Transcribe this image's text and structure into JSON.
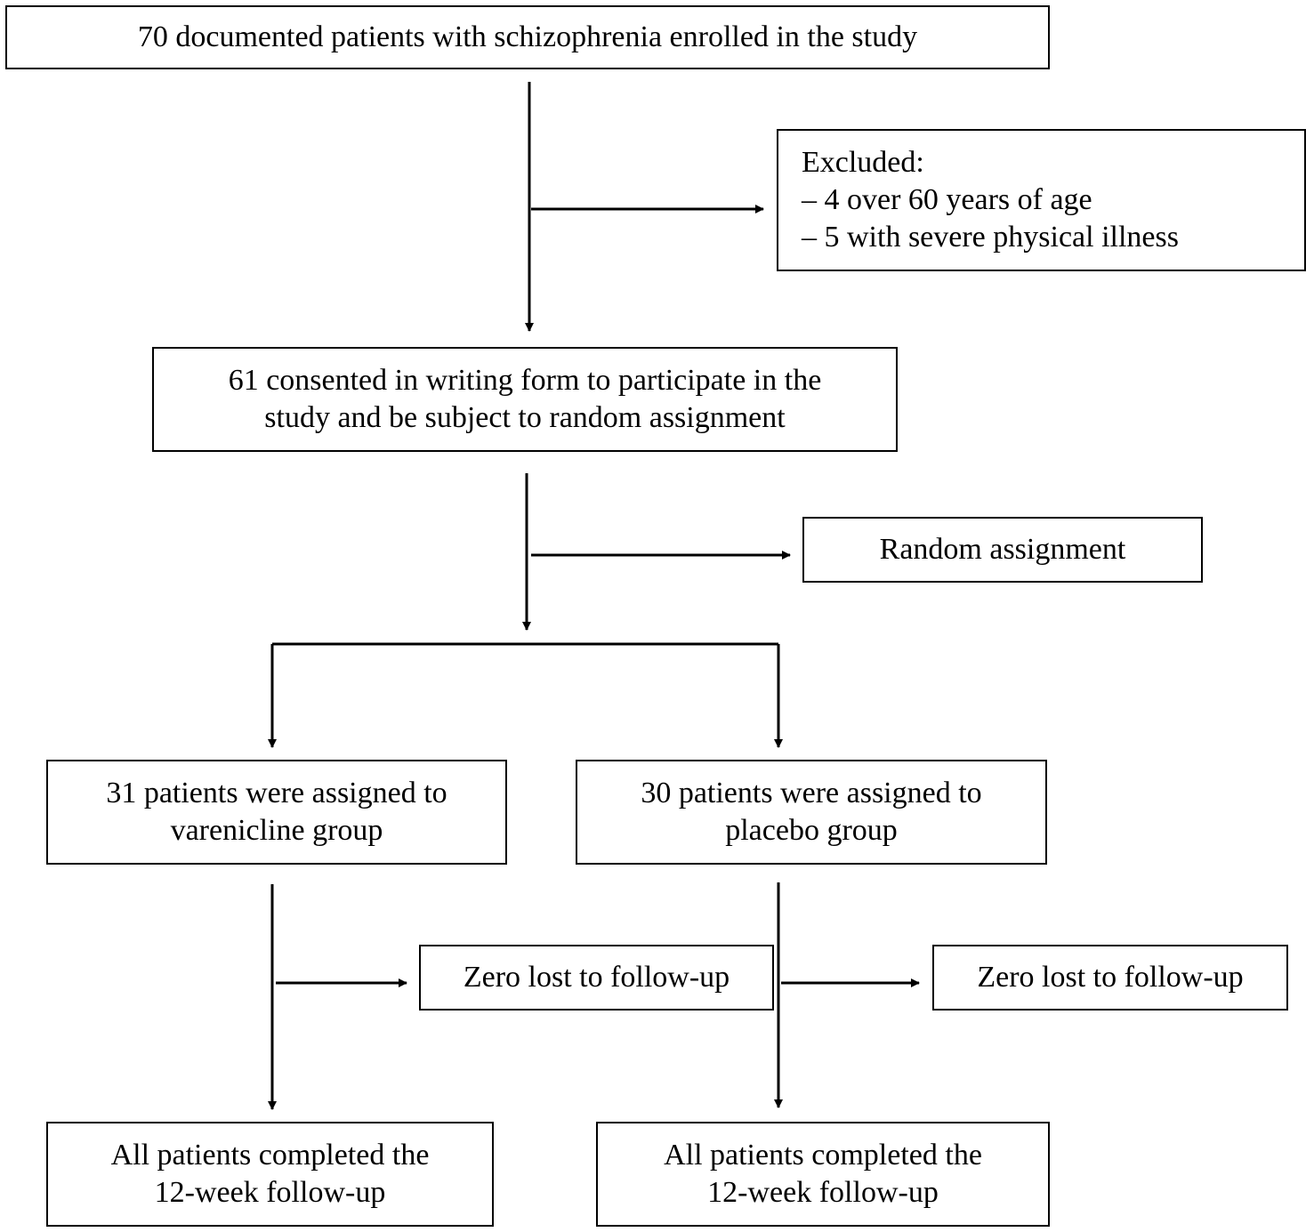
{
  "diagram": {
    "nodes": {
      "enrolled": {
        "lines": [
          "70 documented patients with schizophrenia enrolled in the study"
        ]
      },
      "excluded": {
        "lines": [
          "Excluded:",
          "– 4 over 60 years of age",
          "– 5 with severe physical illness"
        ]
      },
      "consented": {
        "lines": [
          "61 consented in writing form to participate in the",
          "study and be subject to random assignment"
        ]
      },
      "random": {
        "lines": [
          "Random assignment"
        ]
      },
      "varenicline": {
        "lines": [
          "31 patients were assigned to",
          "varenicline group"
        ]
      },
      "placebo": {
        "lines": [
          "30 patients were assigned to",
          "placebo group"
        ]
      },
      "lost_left": {
        "lines": [
          "Zero lost to follow-up"
        ]
      },
      "lost_right": {
        "lines": [
          "Zero lost to follow-up"
        ]
      },
      "complete_left": {
        "lines": [
          "All patients completed the",
          "12-week follow-up"
        ]
      },
      "complete_right": {
        "lines": [
          "All patients completed the",
          "12-week follow-up"
        ]
      }
    },
    "edges": [
      {
        "from": "enrolled",
        "to": "consented"
      },
      {
        "from": "enrolled",
        "to": "excluded"
      },
      {
        "from": "consented",
        "to": "random"
      },
      {
        "from": "consented",
        "to": "varenicline"
      },
      {
        "from": "consented",
        "to": "placebo"
      },
      {
        "from": "varenicline",
        "to": "lost_left"
      },
      {
        "from": "varenicline",
        "to": "complete_left"
      },
      {
        "from": "placebo",
        "to": "lost_right"
      },
      {
        "from": "placebo",
        "to": "complete_right"
      }
    ]
  }
}
